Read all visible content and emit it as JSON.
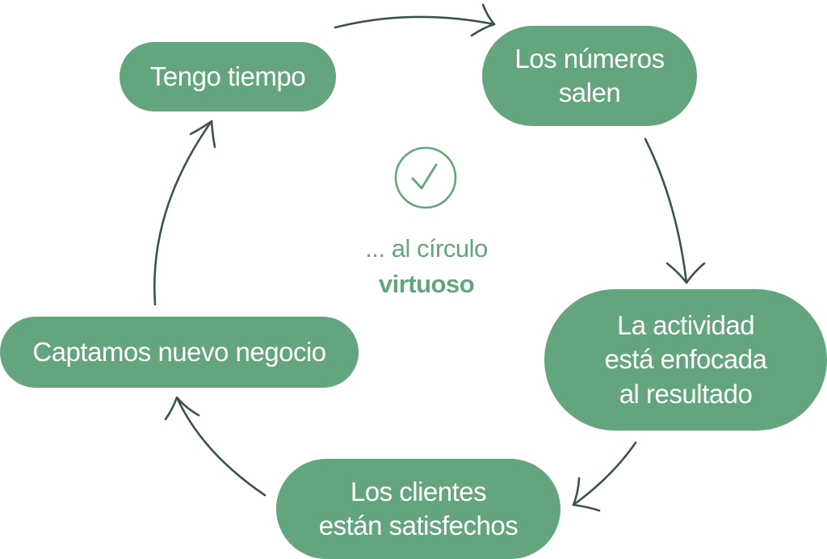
{
  "diagram": {
    "nodes": [
      {
        "id": "tengo-tiempo",
        "lines": [
          "Tengo tiempo"
        ]
      },
      {
        "id": "numeros-salen",
        "lines": [
          "Los números",
          "salen"
        ]
      },
      {
        "id": "actividad-enfocada",
        "lines": [
          "La actividad",
          "está enfocada",
          "al resultado"
        ]
      },
      {
        "id": "clientes-satisfechos",
        "lines": [
          "Los clientes",
          "están satisfechos"
        ]
      },
      {
        "id": "nuevo-negocio",
        "lines": [
          "Captamos nuevo negocio"
        ]
      }
    ],
    "center": {
      "icon": "check-circle-icon",
      "line1": "... al círculo",
      "line2": "virtuoso"
    },
    "colors": {
      "node_fill": "#64a57d",
      "node_text": "#ffffff",
      "arrow": "#3a5548",
      "center_text": "#64a57d"
    }
  }
}
